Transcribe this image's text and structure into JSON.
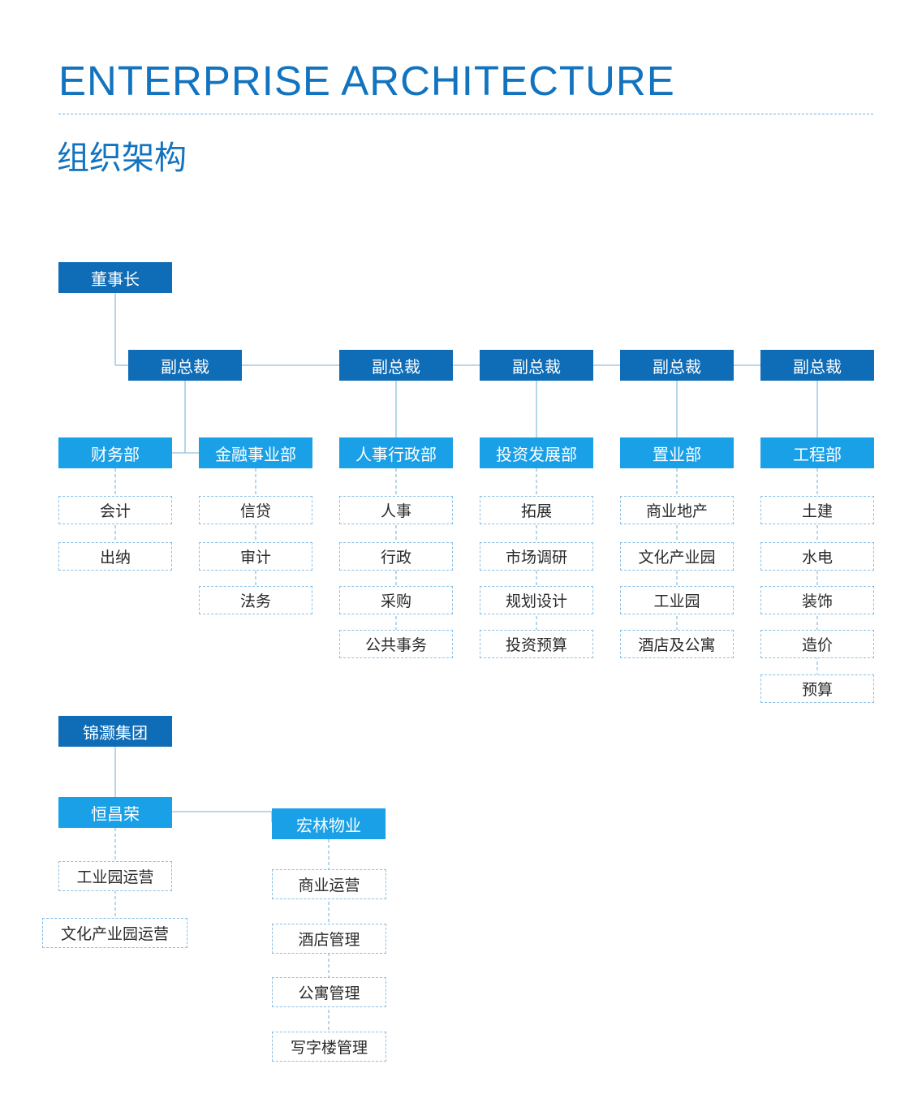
{
  "header": {
    "title_en": "ENTERPRISE ARCHITECTURE",
    "title_cn": "组织架构"
  },
  "chart1": {
    "root": "董事长",
    "vps": [
      "副总裁",
      "副总裁",
      "副总裁",
      "副总裁",
      "副总裁"
    ],
    "departments": [
      {
        "name": "财务部",
        "items": [
          "会计",
          "出纳"
        ]
      },
      {
        "name": "金融事业部",
        "items": [
          "信贷",
          "审计",
          "法务"
        ]
      },
      {
        "name": "人事行政部",
        "items": [
          "人事",
          "行政",
          "采购",
          "公共事务"
        ]
      },
      {
        "name": "投资发展部",
        "items": [
          "拓展",
          "市场调研",
          "规划设计",
          "投资预算"
        ]
      },
      {
        "name": "置业部",
        "items": [
          "商业地产",
          "文化产业园",
          "工业园",
          "酒店及公寓"
        ]
      },
      {
        "name": "工程部",
        "items": [
          "土建",
          "水电",
          "装饰",
          "造价",
          "预算"
        ]
      }
    ]
  },
  "chart2": {
    "root": "锦灏集团",
    "companies": [
      {
        "name": "恒昌荣",
        "items": [
          "工业园运营",
          "文化产业园运营"
        ]
      },
      {
        "name": "宏林物业",
        "items": [
          "商业运营",
          "酒店管理",
          "公寓管理",
          "写字楼管理"
        ]
      }
    ]
  },
  "colors": {
    "dark_box": "#0f6cb6",
    "light_box": "#1aa0e6",
    "title": "#1273bf",
    "dashed_border": "#88bfe6"
  }
}
